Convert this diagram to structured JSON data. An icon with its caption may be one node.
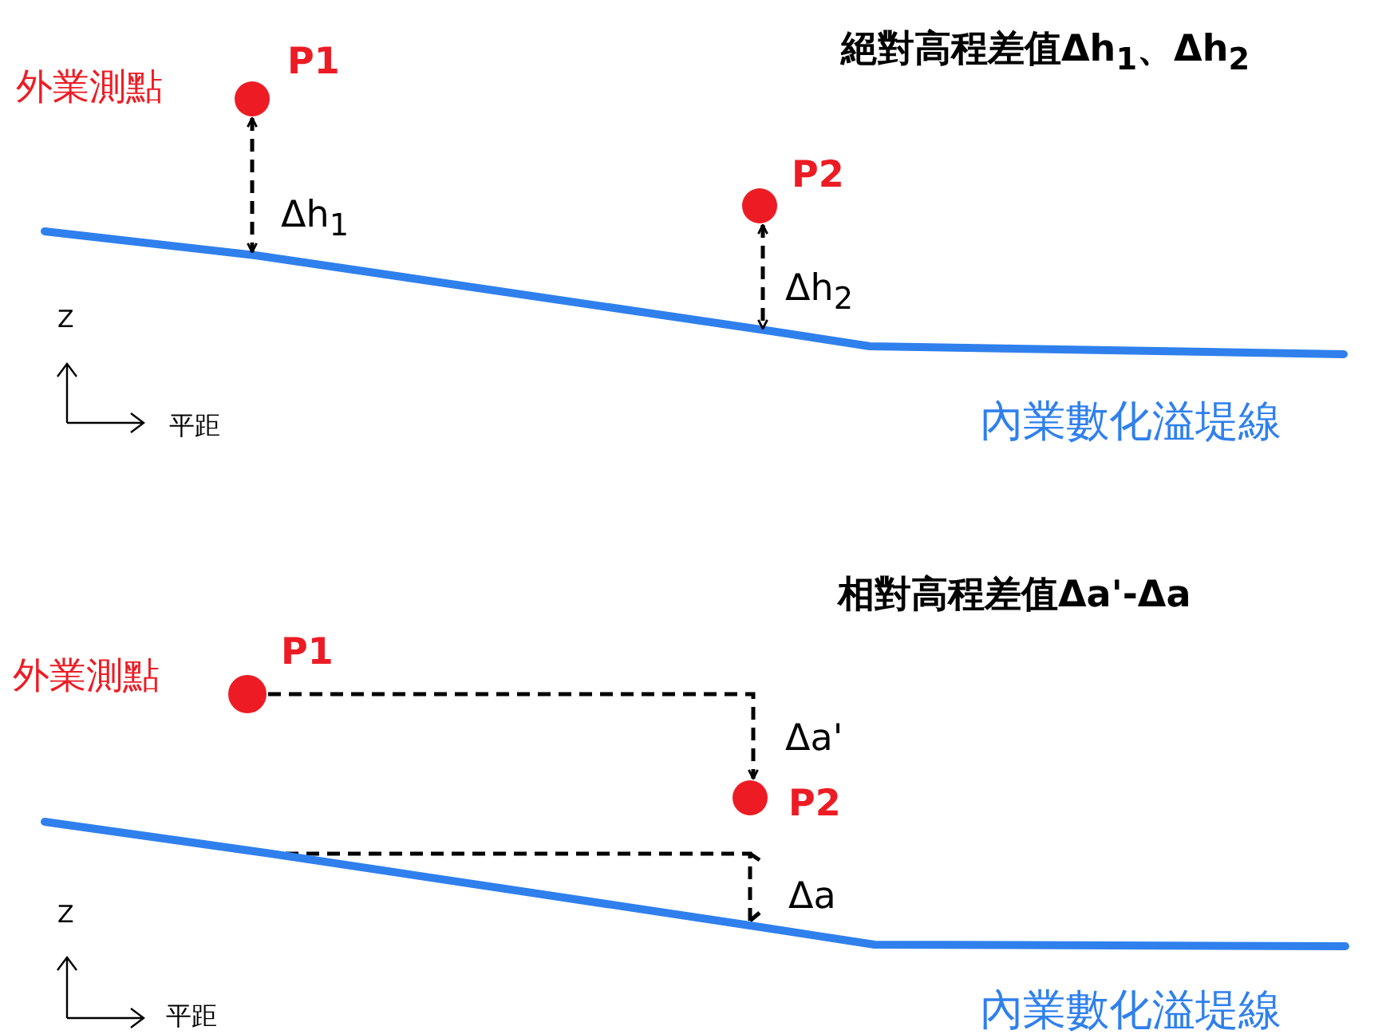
{
  "diagram": {
    "title": "絕對高程差值Δh$_{1}$、Δh$_{2}$",
    "nodes": [
      {
        "text": [],
        "shape": "circle",
        "beside": [
          "外業測點",
          "P1"
        ]
      },
      {
        "text": [],
        "shape": "circle",
        "beside": [
          "P2"
        ]
      },
      {
        "text": [
          "內業數化溢堤線"
        ]
      },
      {
        "text": [],
        "shape": "circle",
        "beside": [
          "外業測點",
          "P1"
        ]
      },
      {
        "text": [],
        "shape": "circle",
        "beside": [
          "P2"
        ]
      },
      {
        "text": [
          "內業數化溢堤線"
        ]
      }
    ],
    "edges": [
      {
        "from": 0,
        "to": 2,
        "arrow": "both",
        "style": "dashed",
        "label": "Δh$_{1}$"
      },
      {
        "from": 1,
        "to": 2,
        "arrow": "both",
        "style": "dashed",
        "label": "Δh$_{2}$"
      },
      {
        "from": 3,
        "to": 4,
        "arrow": "to",
        "style": "dashed",
        "label": "Δa'"
      }
    ],
    "labels": [
      "Z",
      "平距",
      "相對高程差值Δa'-Δa",
      "Δa",
      "Z",
      "平距"
    ]
  }
}
